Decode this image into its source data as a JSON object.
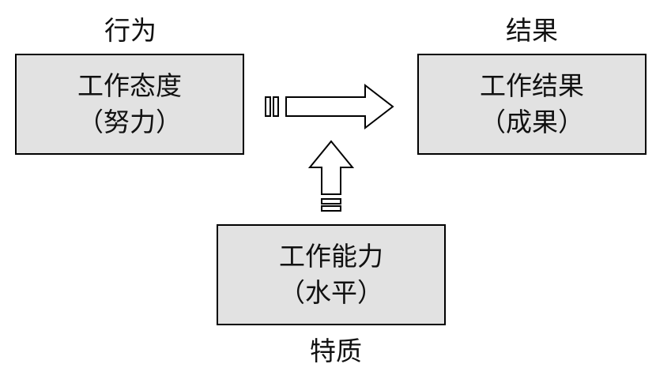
{
  "colors": {
    "box_fill": "#e2e2e2",
    "border": "#000000",
    "text": "#111111",
    "arrow_fill": "#ffffff"
  },
  "behavior": {
    "heading": "行为",
    "box_line1": "工作态度",
    "box_line2": "（努力）"
  },
  "result": {
    "heading": "结果",
    "box_line1": "工作结果",
    "box_line2": "（成果）"
  },
  "trait": {
    "heading": "特质",
    "box_line1": "工作能力",
    "box_line2": "（水平）"
  },
  "arrows": [
    {
      "from": "behavior",
      "to": "result",
      "direction": "right"
    },
    {
      "from": "trait",
      "to": "result",
      "direction": "up"
    }
  ]
}
